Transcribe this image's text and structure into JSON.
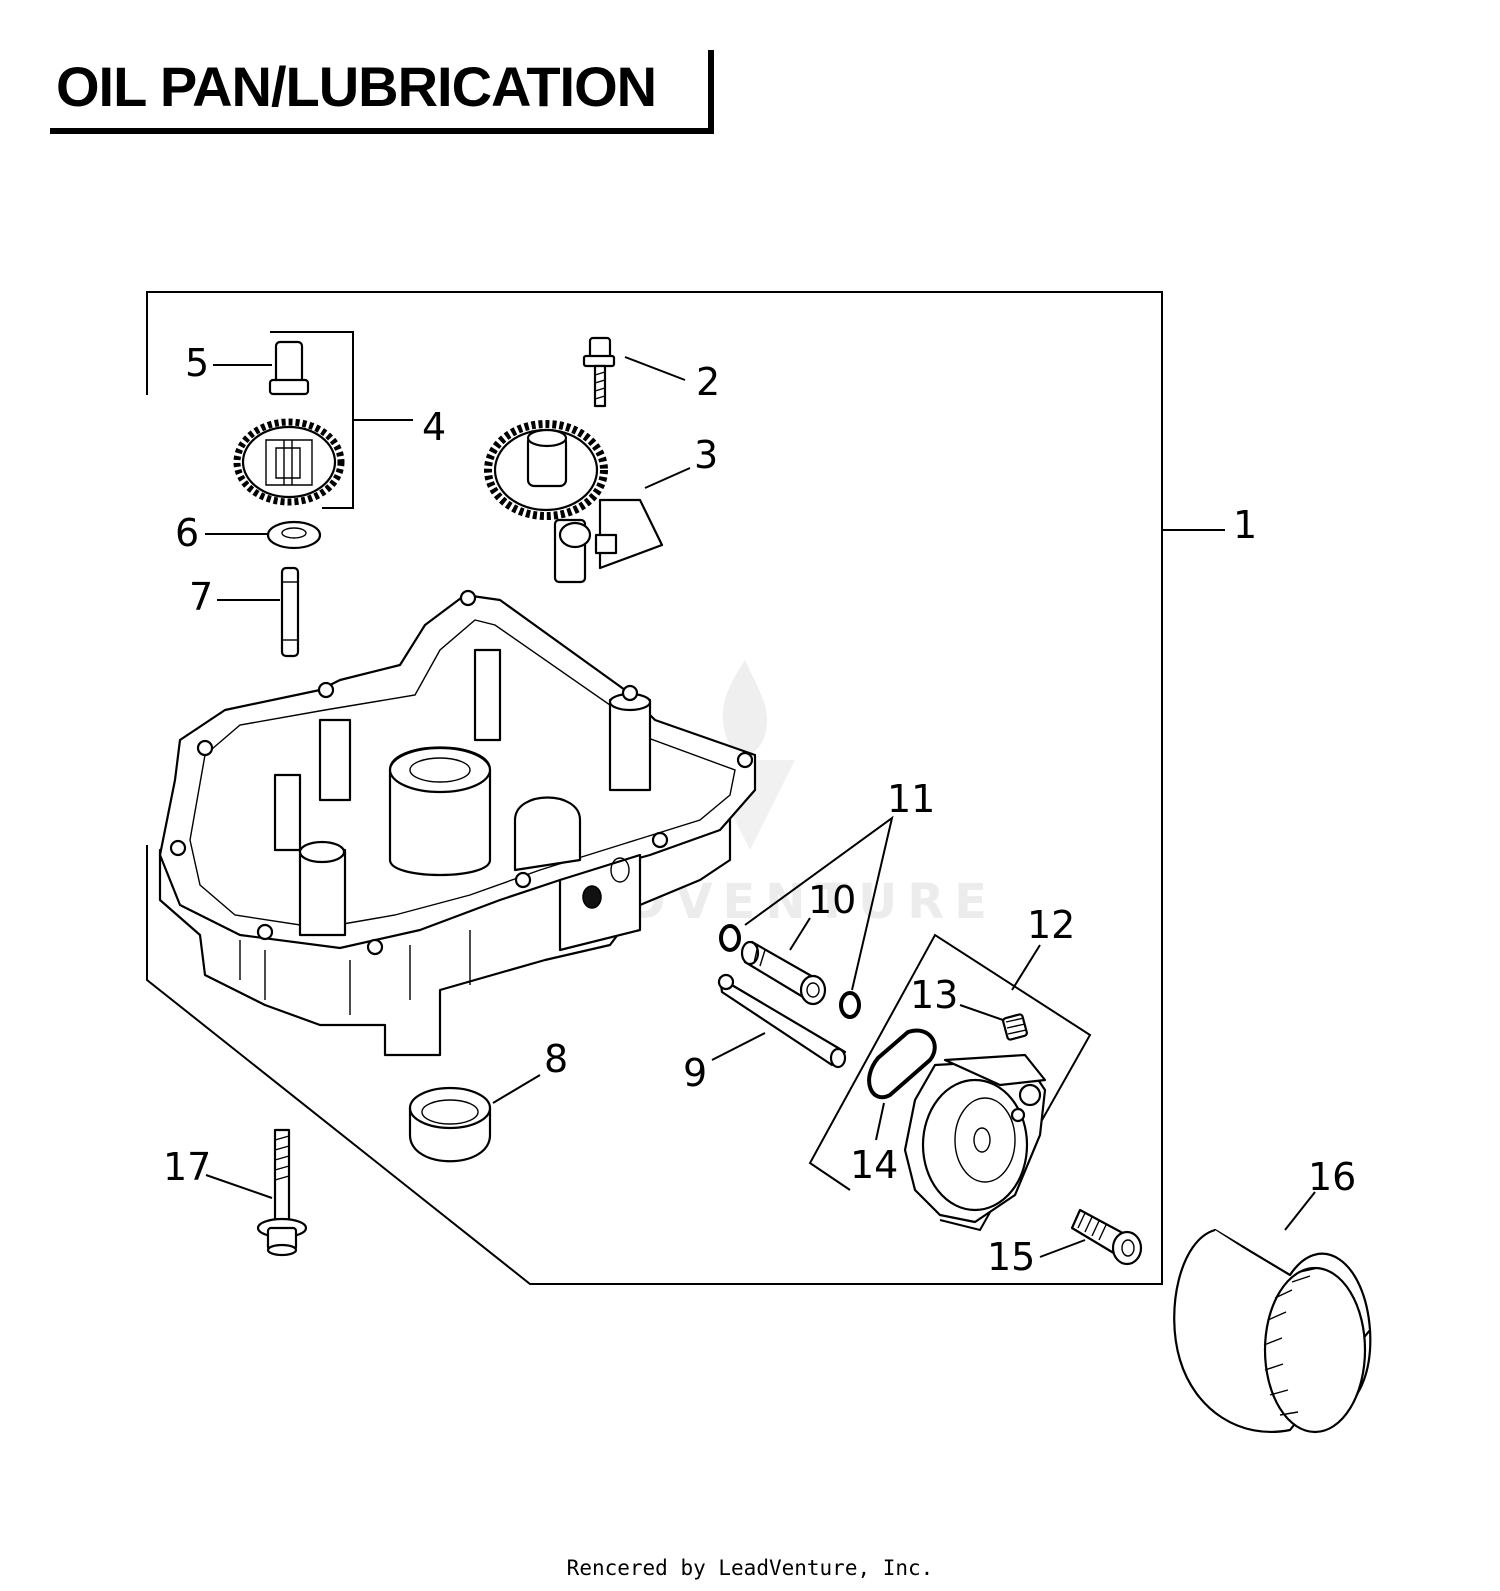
{
  "title": "OIL PAN/LUBRICATION",
  "footer": "Rencered by LeadVenture, Inc.",
  "watermark": "LEADVENTURE",
  "callouts": {
    "c1": "1",
    "c2": "2",
    "c3": "3",
    "c4": "4",
    "c5": "5",
    "c6": "6",
    "c7": "7",
    "c8": "8",
    "c9": "9",
    "c10": "10",
    "c11": "11",
    "c12": "12",
    "c13": "13",
    "c14": "14",
    "c15": "15",
    "c16": "16",
    "c17": "17"
  },
  "colors": {
    "line": "#000000",
    "background": "#ffffff",
    "watermark": "#ececec"
  }
}
